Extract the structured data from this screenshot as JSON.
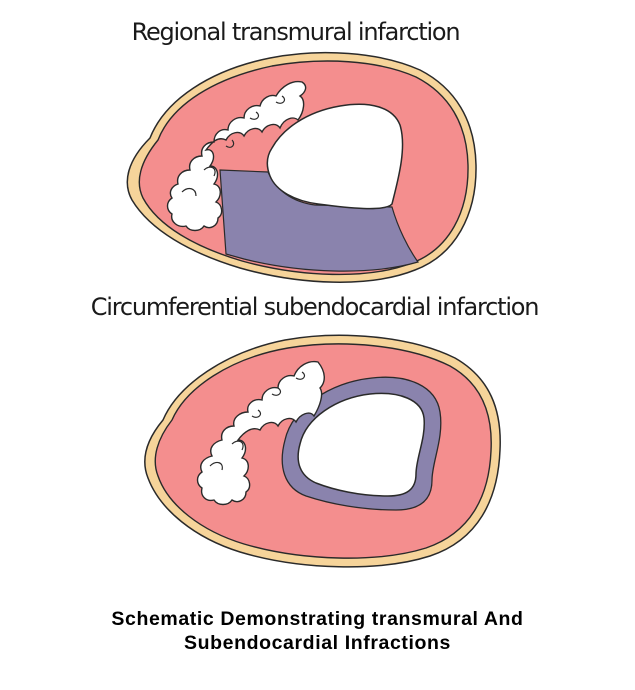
{
  "diagram": {
    "top_label": "Regional transmural infarction",
    "bottom_label": "Circumferential subendocardial infarction",
    "caption_line_1": "Schematic Demonstrating transmural And",
    "caption_line_2": "Subendocardial Infractions"
  },
  "colors": {
    "myocardium": "#f48e8e",
    "infarct": "#8a83ad",
    "epicardial_fat": "#f6d49a",
    "outline": "#2a2a2a",
    "cavity": "#ffffff"
  }
}
